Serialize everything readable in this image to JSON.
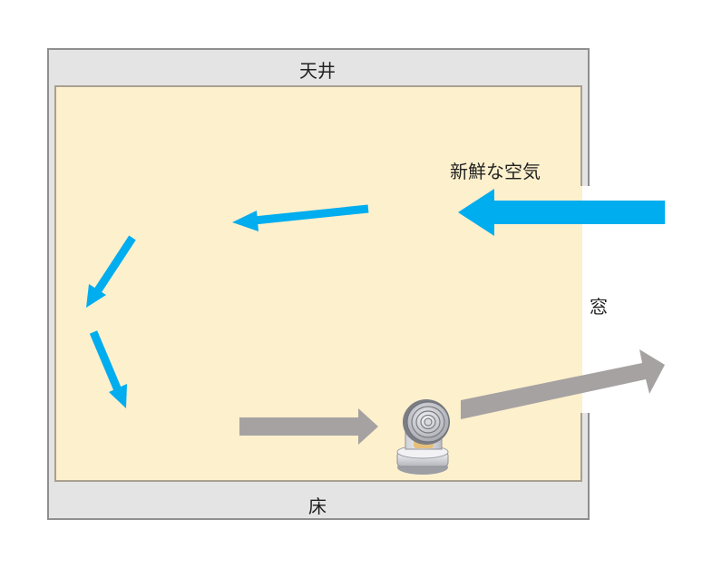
{
  "labels": {
    "ceiling": "天井",
    "floor": "床",
    "fresh_air": "新鮮な空気",
    "window": "窓"
  },
  "colors": {
    "wall": "#e4e4e4",
    "wall_border": "#8f8f8f",
    "room": "#fdf0cd",
    "room_border": "#a9a090",
    "fresh_air_arrow": "#00adef",
    "exhaust_arrow": "#a6a2a2"
  },
  "icons": {
    "fan": "circulator-fan-icon"
  }
}
